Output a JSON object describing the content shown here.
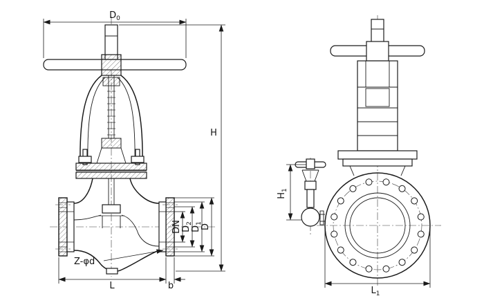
{
  "colors": {
    "background": "#ffffff",
    "line": "#1a1a1a"
  },
  "dims": {
    "d0": {
      "base": "D",
      "sub": "0"
    },
    "h": "H",
    "dn": "DN",
    "d2": {
      "base": "D",
      "sub": "2"
    },
    "d1": {
      "base": "D",
      "sub": "1"
    },
    "d": "D",
    "z_phi_d": "Z-φd",
    "l": "L",
    "b": "b",
    "h1": {
      "base": "H",
      "sub": "1"
    },
    "l1": {
      "base": "L",
      "sub": "1"
    }
  }
}
